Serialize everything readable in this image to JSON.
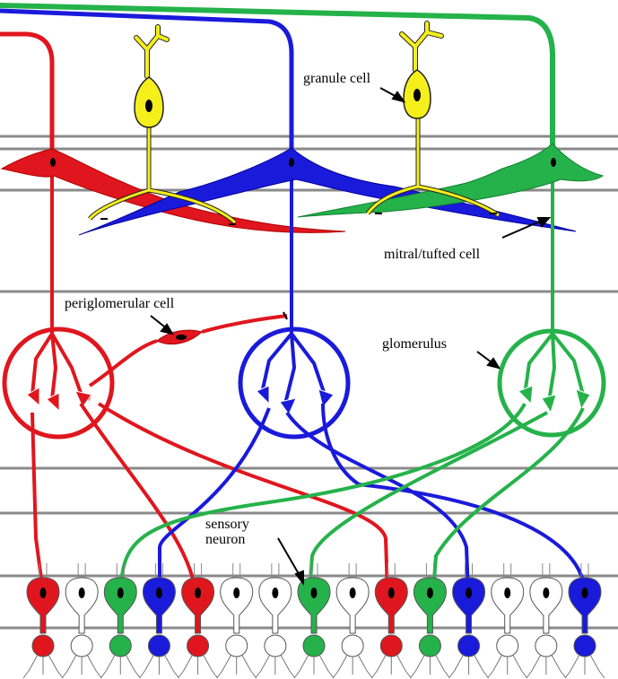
{
  "labels": {
    "granule": "granule cell",
    "mitral": "mitral/tufted cell",
    "periglomerular": "periglomerular cell",
    "glomerulus": "glomerulus",
    "sensory_line1": "sensory",
    "sensory_line2": "neuron"
  },
  "colors": {
    "red": "#e0161e",
    "blue": "#1a1adb",
    "green": "#25b24a",
    "yellow": "#f5ef1c",
    "layer_line": "#8a8a8a",
    "outline": "#222222"
  },
  "icons": {
    "neuron_body": "teardrop-cell-body",
    "nucleus": "black-ellipse",
    "arrow": "black-pointer-arrow"
  },
  "sensory_neurons": [
    "red",
    "white",
    "green",
    "blue",
    "red",
    "white",
    "white",
    "green",
    "white",
    "red",
    "green",
    "blue",
    "white",
    "white",
    "blue"
  ]
}
